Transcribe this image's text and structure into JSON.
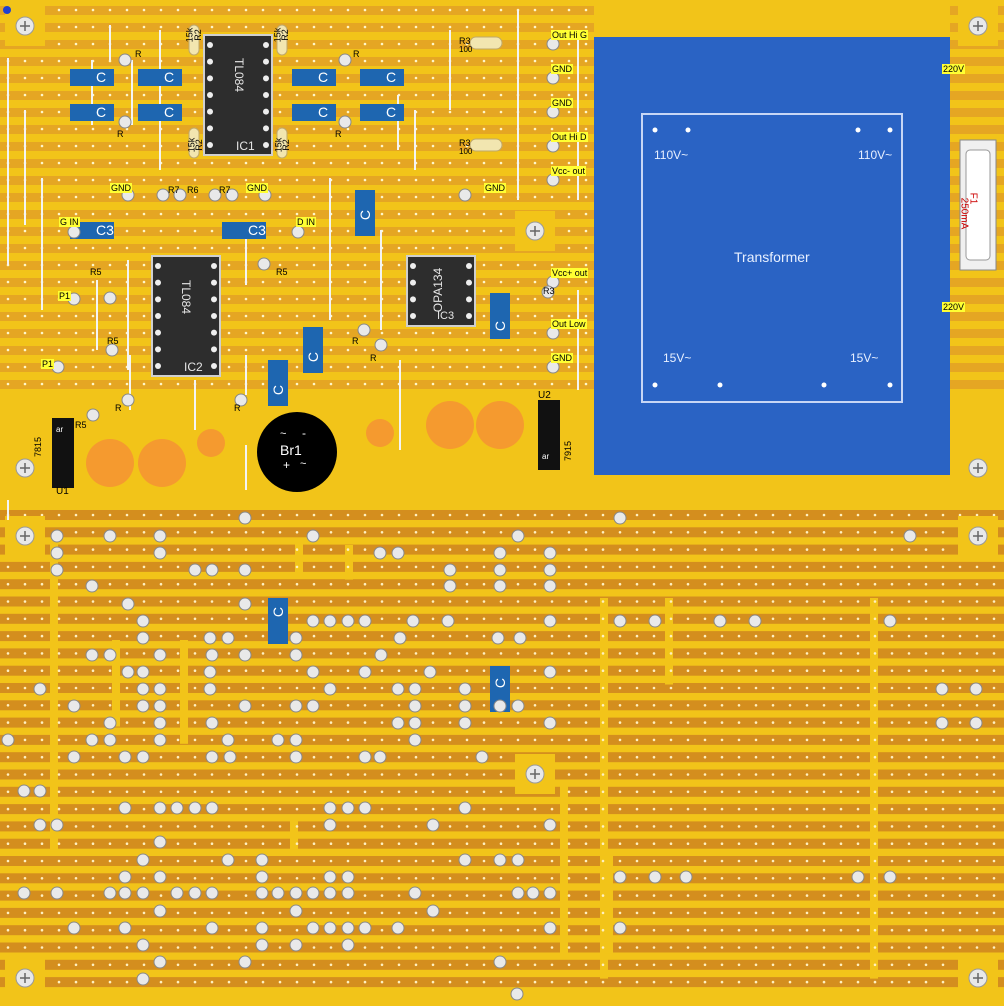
{
  "board": {
    "colors": {
      "board": "#f2c419",
      "strip": "#d48e1e",
      "strip_top": "#e5a623",
      "cap_blue": "#1e66b0",
      "transformer": "#2a63c4",
      "electrolytic": "#f59a2f"
    },
    "top_section_strips": 23,
    "bottom_section_strips": 28
  },
  "ic1": {
    "ref": "IC1",
    "part": "TL084"
  },
  "ic2": {
    "ref": "IC2",
    "part": "TL084"
  },
  "ic3": {
    "ref": "IC3",
    "part": "OPA134"
  },
  "u1": {
    "ref": "U1",
    "part": "7815",
    "pins": "ar"
  },
  "u2": {
    "ref": "U2",
    "part": "7915",
    "pins": "ar"
  },
  "bridge": {
    "ref": "Br1",
    "minus": "-",
    "plus": "+",
    "ac1": "~",
    "ac2": "~"
  },
  "transformer": {
    "title": "Transformer",
    "pri_left": "110V~",
    "pri_right": "110V~",
    "sec_left": "15V~",
    "sec_right": "15V~"
  },
  "fuse": {
    "ref": "F1",
    "value": "250mA"
  },
  "caps": {
    "c": "C",
    "c3": "C3"
  },
  "resistors": {
    "r": "R",
    "r2": "R2",
    "r3": "R3",
    "r5": "R5",
    "r6": "R6",
    "r7": "R7",
    "r15k": "15k",
    "r100": "100"
  },
  "labels": {
    "out_hi_g": "Out Hi G",
    "gnd": "GND",
    "out_hi_d": "Out Hi D",
    "vcc_minus_out": "Vcc- out",
    "vcc_plus_out": "Vcc+ out",
    "out_low": "Out Low",
    "v220": "220V",
    "g_in": "G IN",
    "d_in": "D IN",
    "p1": "P1"
  }
}
